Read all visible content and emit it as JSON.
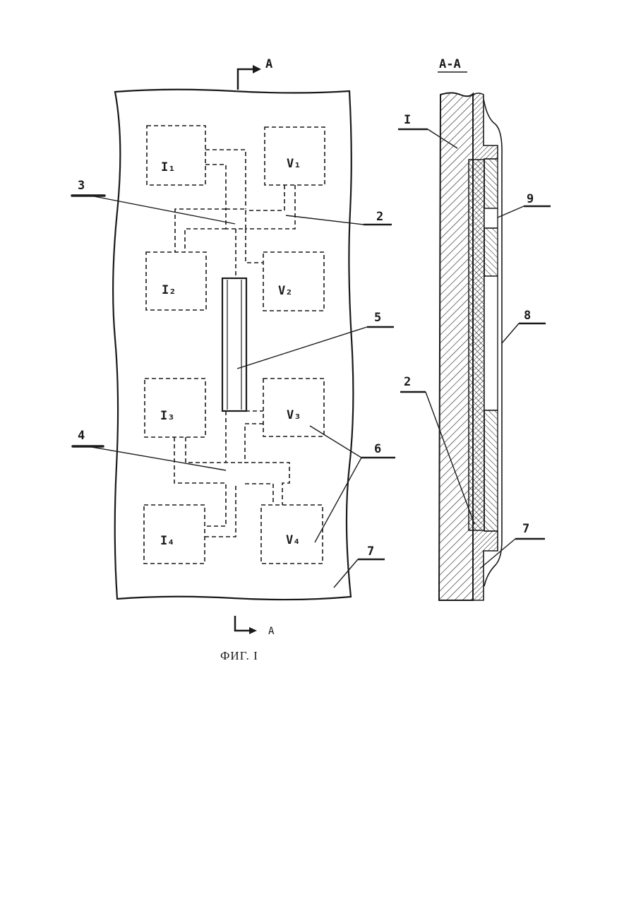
{
  "section_marks": {
    "top": "A",
    "bottom": "A",
    "section_title": "A-A"
  },
  "caption": "ФИГ. I",
  "pads": {
    "i1": "I₁",
    "v1": "V₁",
    "i2": "I₂",
    "v2": "V₂",
    "i3": "I₃",
    "v3": "V₃",
    "i4": "I₄",
    "v4": "V₄"
  },
  "callouts": {
    "n3": "3",
    "n2": "2",
    "n5": "5",
    "n4": "4",
    "n6": "6",
    "n7": "7"
  },
  "section_callouts": {
    "n1": "I",
    "n9": "9",
    "n8": "8",
    "n2": "2",
    "n7": "7"
  },
  "colors": {
    "ink": "#1a1a1a",
    "paper": "#ffffff"
  }
}
